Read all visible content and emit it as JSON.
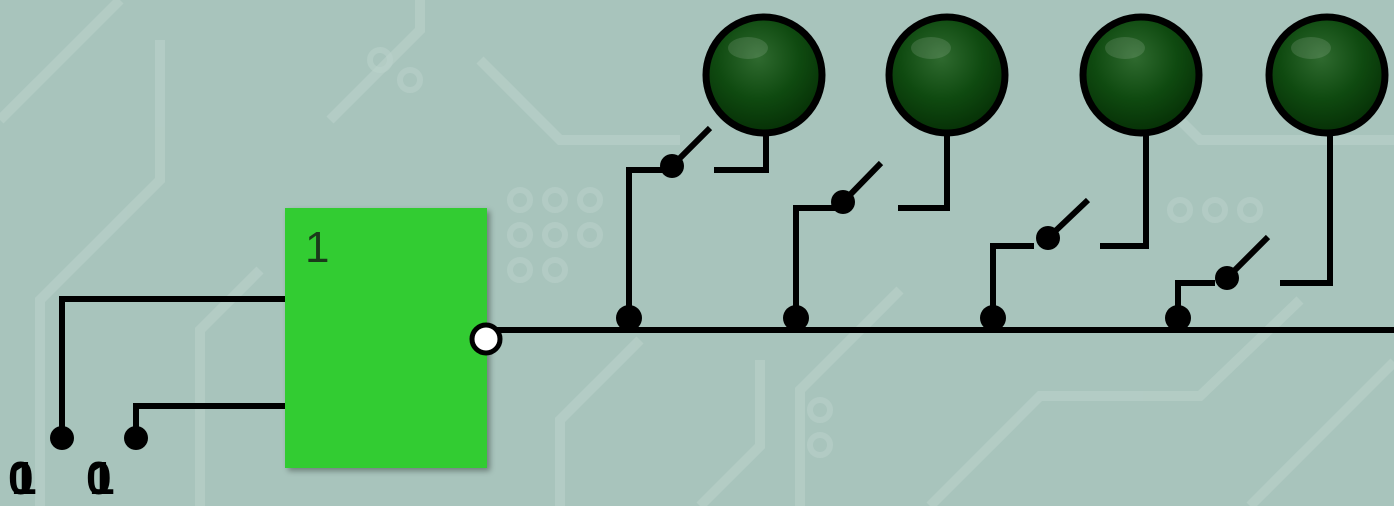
{
  "gate": {
    "symbol": "1"
  },
  "inputs": [
    {
      "value": "0",
      "overlay": "1"
    },
    {
      "value": "0",
      "overlay": "1"
    }
  ],
  "lamps": [
    {
      "state": "off"
    },
    {
      "state": "off"
    },
    {
      "state": "off"
    },
    {
      "state": "off"
    }
  ],
  "colors": {
    "background": "#a8c4bc",
    "gate_fill": "#33cc33",
    "wire": "#000000",
    "lamp_off": "#0a4a0a",
    "lamp_rim": "#000000"
  }
}
